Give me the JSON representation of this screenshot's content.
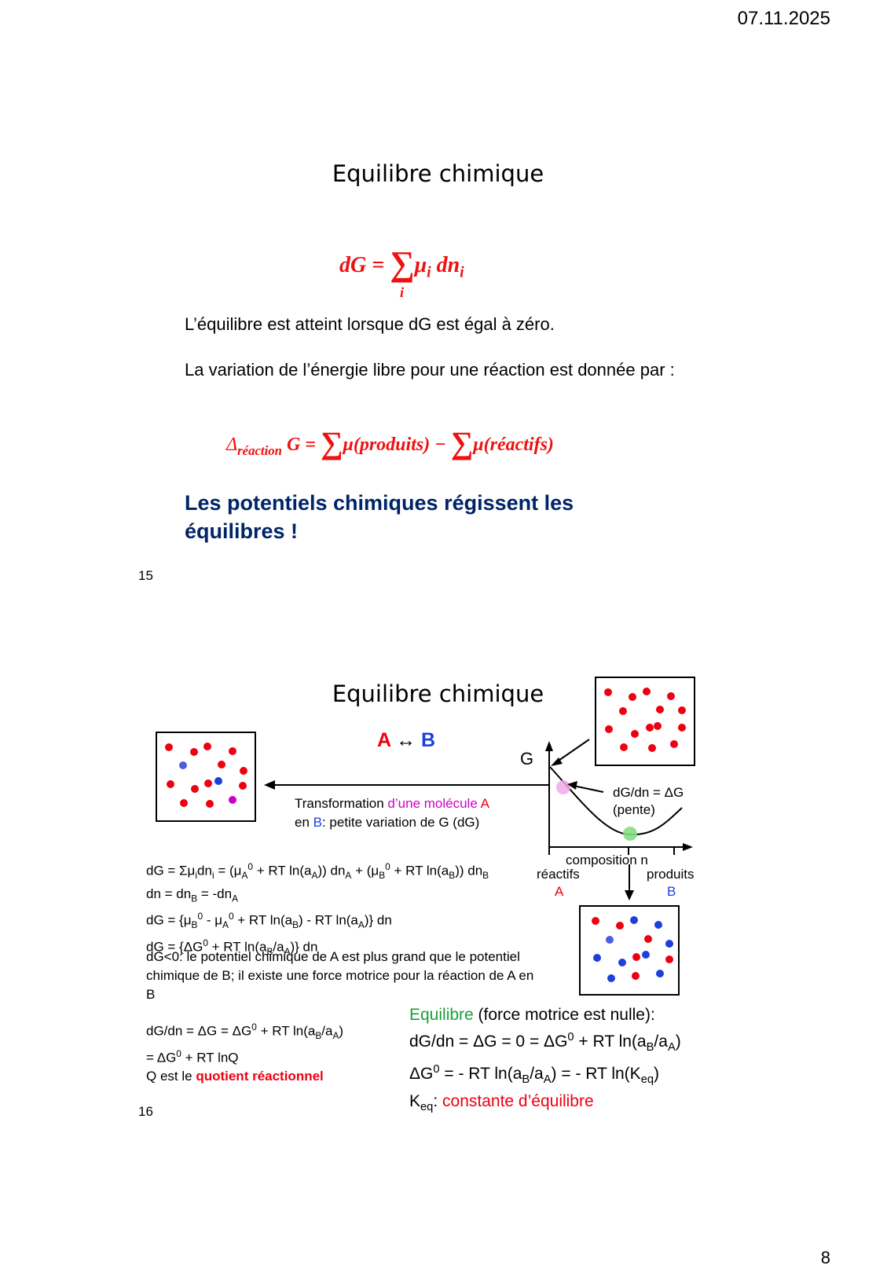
{
  "header": {
    "date": "07.11.2025"
  },
  "footer": {
    "page_number": "8"
  },
  "slide15": {
    "title": "Equilibre chimique",
    "formula_dg": {
      "lhs": "dG =",
      "sigma": "∑",
      "index": "i",
      "rhs_mu": "μ",
      "rhs_mu_sub": "i",
      "rhs_dn": " dn",
      "rhs_dn_sub": "i"
    },
    "text1": "L’équilibre est atteint lorsque dG est égal à zéro.",
    "text2": "La variation de l’énergie libre pour une réaction est donnée par :",
    "formula_reaction": {
      "delta": "Δ",
      "delta_sub": "réaction",
      "g_eq": "G =",
      "sigma1": "∑",
      "term1": "μ(produits) −",
      "sigma2": "∑",
      "term2": "μ(réactifs)"
    },
    "conclusion": "Les potentiels chimiques régissent les équilibres !",
    "slide_number": "15"
  },
  "slide16": {
    "title": "Equilibre chimique",
    "reaction": {
      "a": "A",
      "arrow": "↔",
      "b": "B"
    },
    "transformation": {
      "p1": "Transformation ",
      "p2": "d’une molécule ",
      "p3": "A",
      "p4": "en ",
      "p5": "B",
      "p6": ": petite variation de G (dG)"
    },
    "graph": {
      "g_label": "G",
      "slope_label_1": "dG/dn = ΔG",
      "slope_label_2": "(pente)",
      "x_label": "composition n",
      "reactifs": "réactifs",
      "reactifs_letter": "A",
      "produits": "produits",
      "produits_letter": "B"
    },
    "eq1": {
      "a": "dG = Σμ",
      "b": "i",
      "c": "dn",
      "d": "i",
      "e": " = (μ",
      "f": "A",
      "g": "0",
      "h": " + RT ln(a",
      "i": "A",
      "j": ")) dn",
      "k": "A",
      "l": " + (μ",
      "m": "B",
      "n": "0",
      "o": " + RT ln(a",
      "p": "B",
      "q": ")) dn",
      "r": "B"
    },
    "eq2": {
      "a": "dn = dn",
      "b": "B",
      "c": " = -dn",
      "d": "A"
    },
    "eq3": {
      "a": "dG = {μ",
      "b": "B",
      "c": "0",
      "d": " - μ",
      "e": "A",
      "f": "0",
      "g": " + RT ln(a",
      "h": "B",
      "i": ") - RT ln(a",
      "j": "A",
      "k": ")} dn"
    },
    "eq4": {
      "a": "dG = {ΔG",
      "b": "0",
      "c": " + RT ln(a",
      "d": "B",
      "e": "/a",
      "f": "A",
      "g": ")} dn"
    },
    "dg_neg": "dG<0: le potentiel chimique de A est plus grand que le potentiel chimique de B; il existe une force motrice pour la réaction de A en B",
    "eq5": {
      "a": "dG/dn = ΔG = ΔG",
      "b": "0",
      "c": " + RT ln(a",
      "d": "B",
      "e": "/a",
      "f": "A",
      "g": ")"
    },
    "eq6": {
      "a": "=   ΔG",
      "b": "0",
      "c": " + RT lnQ"
    },
    "eq7": {
      "a": "Q est le ",
      "b": "quotient réactionnel"
    },
    "equil": {
      "l1a": "Equilibre",
      "l1b": " (force motrice est nulle):",
      "l2a": "dG/dn = ΔG = 0 = ΔG",
      "l2b": "0",
      "l2c": " + RT ln(a",
      "l2d": "B",
      "l2e": "/a",
      "l2f": "A",
      "l2g": ")",
      "l3a": "ΔG",
      "l3b": "0",
      "l3c": " = - RT ln(a",
      "l3d": "B",
      "l3e": "/a",
      "l3f": "A",
      "l3g": ") = - RT ln(K",
      "l3h": "eq",
      "l3i": ")",
      "l4a": "K",
      "l4b": "eq",
      "l4c": ": ",
      "l4d": "constante d’équilibre"
    },
    "slide_number": "16"
  },
  "colors": {
    "red": "#e01",
    "blue": "#1d3fdb",
    "light_blue": "#4a5fe0",
    "magenta": "#c0c",
    "green": "#1a9e3a",
    "dark_blue": "#002469"
  }
}
